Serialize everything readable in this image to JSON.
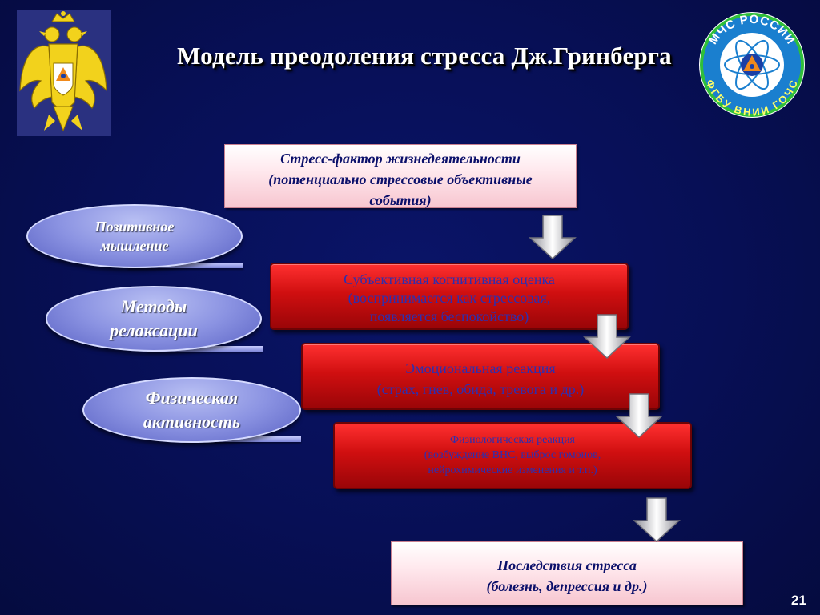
{
  "title": "Модель преодоления стресса Дж.Гринберга",
  "stressor": {
    "lines": [
      "Стресс-фактор жизнедеятельности",
      "(потенциально стрессовые объективные",
      "события)"
    ]
  },
  "cognitive": {
    "lines": [
      "Субъективная когнитивная оценка",
      "(воспринимается как стрессовая,",
      "появляется беспокойство)"
    ]
  },
  "emotional": {
    "lines": [
      "Эмоциональная реакция",
      "(страх, гнев, обида, тревога и др.)"
    ]
  },
  "physiological": {
    "lines": [
      "Физиологическая реакция",
      "(возбуждение ВНС, выброс гомонов,",
      "нейрохимические изменения и т.п.)"
    ]
  },
  "consequences": {
    "lines": [
      "Последствия стресса",
      "(болезнь, депрессия и др.)"
    ]
  },
  "interventions": [
    {
      "lines": [
        "Позитивное",
        "мышление"
      ]
    },
    {
      "lines": [
        "Методы",
        "релаксации"
      ]
    },
    {
      "lines": [
        "Физическая",
        "активность"
      ]
    }
  ],
  "logo_right_text": {
    "top": "МЧС РОССИИ",
    "bottom": "ФГБУ ВНИИ ГОЧС"
  },
  "page_number": "21",
  "colors": {
    "background": "#070f55",
    "red_box": "#d00f10",
    "pink_box": "#f7c6d0",
    "oval": "#8b93e2",
    "title": "#ffffff"
  },
  "icons": [
    "eagle-emblem-icon",
    "mchs-logo-icon",
    "down-arrow-icon"
  ]
}
